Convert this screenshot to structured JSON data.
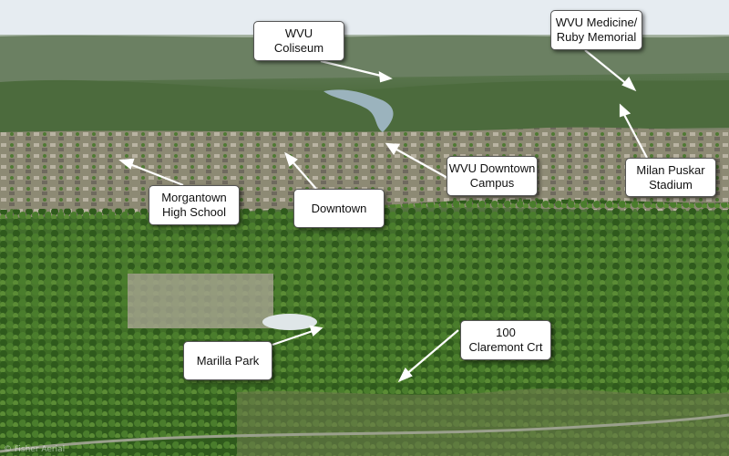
{
  "image": {
    "description_colors": {
      "sky": "#dfe7ee",
      "forest": "#3e6c25",
      "town": "#8a8a78",
      "river": "#9bb3bd"
    }
  },
  "labels": {
    "coliseum": [
      "WVU",
      "Coliseum"
    ],
    "medicine": [
      "WVU Medicine/",
      "Ruby Memorial"
    ],
    "high_school": [
      "Morgantown",
      "High School"
    ],
    "downtown": [
      "Downtown"
    ],
    "campus": [
      "WVU Downtown",
      "Campus"
    ],
    "stadium": [
      "Milan Puskar",
      "Stadium"
    ],
    "marilla": [
      "Marilla Park"
    ],
    "claremont": [
      "100",
      "Claremont Crt"
    ]
  },
  "watermark": "© Fisher Aerial"
}
